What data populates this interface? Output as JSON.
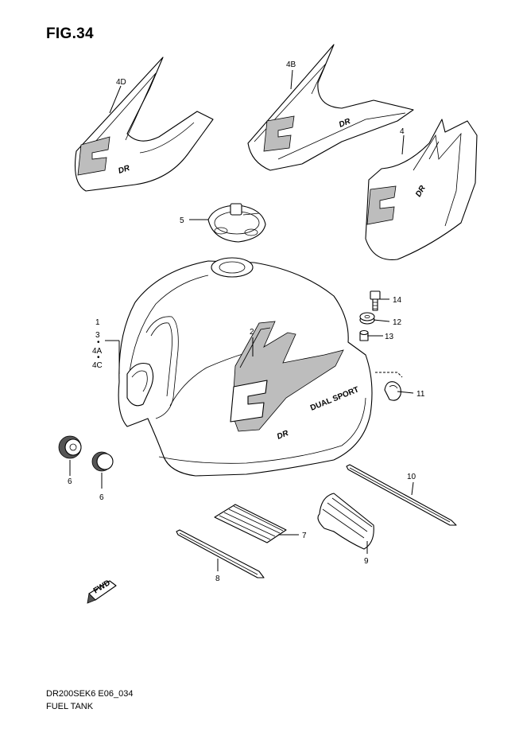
{
  "figure": {
    "title": "FIG.34"
  },
  "footer": {
    "code": "DR200SEK6 E06_034",
    "name": "FUEL TANK"
  },
  "callouts": {
    "c4D": "4D",
    "c4B": "4B",
    "c4": "4",
    "c5": "5",
    "c1": "1",
    "c3": "3",
    "c4A": "4A",
    "c4C": "4C",
    "c2": "2",
    "c14": "14",
    "c12": "12",
    "c13": "13",
    "c11": "11",
    "c6a": "6",
    "c6b": "6",
    "c10": "10",
    "c7": "7",
    "c9": "9",
    "c8": "8"
  },
  "decal_text": {
    "dr": "DR",
    "dual_sport": "DUAL SPORT",
    "fwd": "FWD"
  },
  "colors": {
    "line": "#000000",
    "background": "#ffffff",
    "decal_fill": "#bdbdbd"
  }
}
